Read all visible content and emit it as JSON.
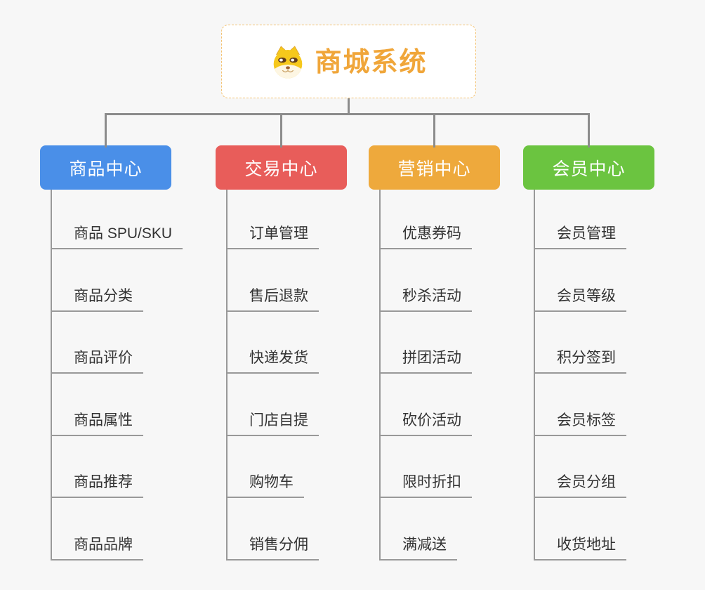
{
  "root": {
    "title": "商城系统",
    "icon": "shiba-dog-icon"
  },
  "branches": [
    {
      "label": "商品中心",
      "color": "#4a8fe8",
      "children": [
        "商品 SPU/SKU",
        "商品分类",
        "商品评价",
        "商品属性",
        "商品推荐",
        "商品品牌"
      ]
    },
    {
      "label": "交易中心",
      "color": "#e85d5a",
      "children": [
        "订单管理",
        "售后退款",
        "快递发货",
        "门店自提",
        "购物车",
        "销售分佣"
      ]
    },
    {
      "label": "营销中心",
      "color": "#eea93c",
      "children": [
        "优惠券码",
        "秒杀活动",
        "拼团活动",
        "砍价活动",
        "限时折扣",
        "满减送"
      ]
    },
    {
      "label": "会员中心",
      "color": "#6bc440",
      "children": [
        "会员管理",
        "会员等级",
        "积分签到",
        "会员标签",
        "会员分组",
        "收货地址"
      ]
    }
  ],
  "colors": {
    "background": "#f7f7f7",
    "root_text": "#f0a63a",
    "root_border": "#f3c272",
    "connector": "#8c8c8c",
    "child_line": "#999999",
    "child_text": "#333333",
    "branch_text": "#ffffff"
  }
}
